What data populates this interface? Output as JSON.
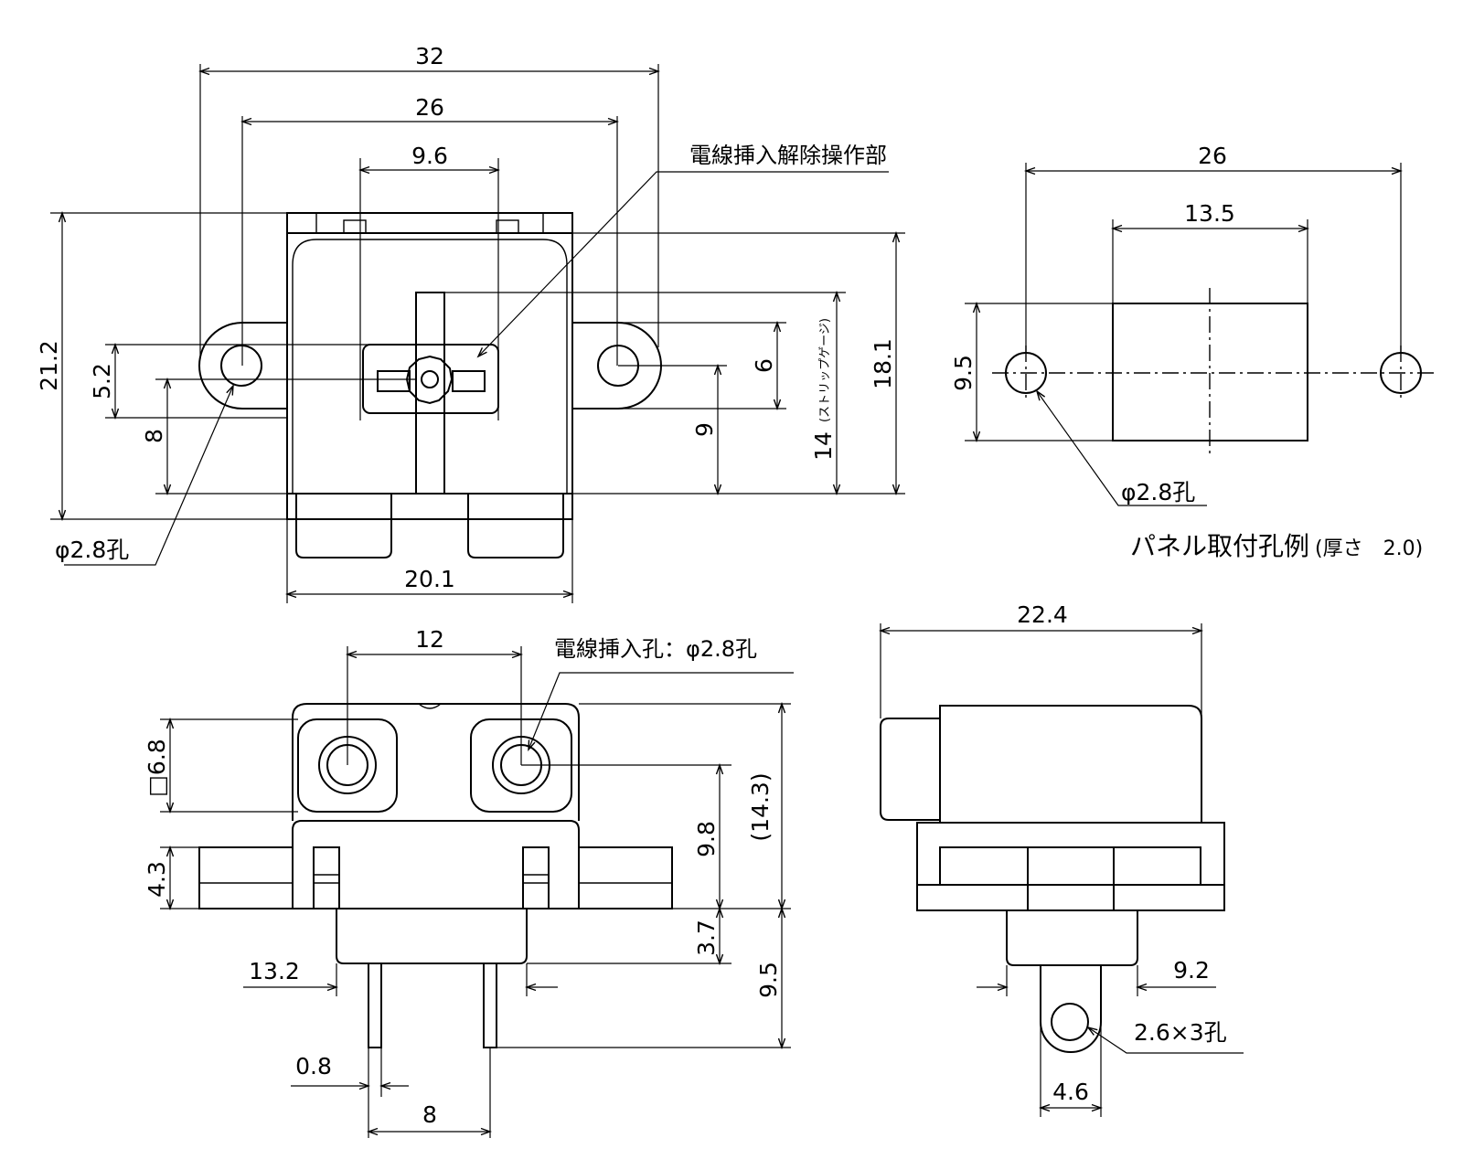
{
  "views": {
    "front": {
      "dims": {
        "width_32": "32",
        "width_26": "26",
        "width_9_6": "9.6",
        "height_21_2": "21.2",
        "height_5_2": "5.2",
        "height_8": "8",
        "height_6": "6",
        "height_9": "9",
        "height_14": "14",
        "height_18_1": "18.1",
        "width_20_1": "20.1"
      },
      "labels": {
        "release_part": "電線挿入解除操作部",
        "hole": "φ2.8孔",
        "strip_gauge": "(ストリップゲージ)"
      }
    },
    "panel": {
      "dims": {
        "width_26": "26",
        "width_13_5": "13.5",
        "height_9_5": "9.5"
      },
      "labels": {
        "hole": "φ2.8孔",
        "title": "パネル取付孔例",
        "thickness": "(厚さ　2.0)"
      }
    },
    "bottom": {
      "dims": {
        "pitch_12": "12",
        "square_6_8": "□6.8",
        "height_4_3": "4.3",
        "height_9_8": "9.8",
        "height_14_3": "(14.3)",
        "height_3_7": "3.7",
        "height_9_5": "9.5",
        "width_13_2": "13.2",
        "pin_0_8": "0.8",
        "pitch_8": "8"
      },
      "labels": {
        "wire_hole": "電線挿入孔：φ2.8孔"
      }
    },
    "side": {
      "dims": {
        "width_22_4": "22.4",
        "width_9_2": "9.2",
        "width_4_6": "4.6"
      },
      "labels": {
        "hole": "2.6×3孔"
      }
    }
  }
}
